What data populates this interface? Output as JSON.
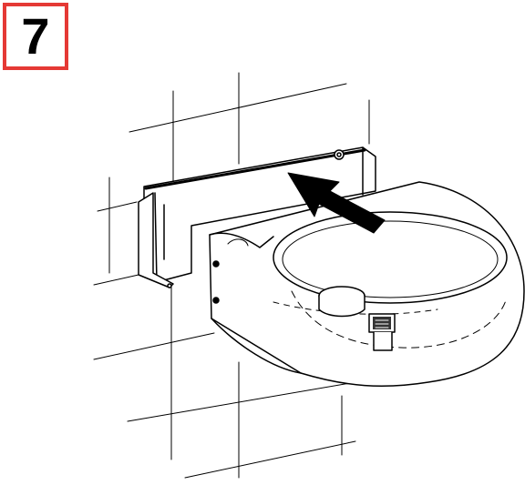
{
  "step": {
    "number": "7",
    "badge_color": "#e53935"
  },
  "illustration": {
    "subject": "wall-mounted-basin",
    "parts": [
      "wall-tiles",
      "mounting-bracket",
      "basin",
      "drain-fitting",
      "direction-arrow"
    ],
    "line_color": "#000000",
    "fill_color": "#ffffff"
  }
}
